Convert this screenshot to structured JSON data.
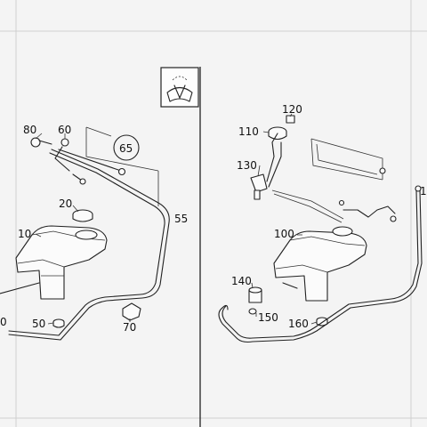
{
  "labels": {
    "p80": "80",
    "p60": "60",
    "p65": "65",
    "p20": "20",
    "p55": "55",
    "p10": "10",
    "p50": "50",
    "p70": "70",
    "p0_partial": "0",
    "p120": "120",
    "p110": "110",
    "p130": "130",
    "p100": "100",
    "p140": "140",
    "p150": "150",
    "p160": "160",
    "p1_partial": "1"
  },
  "icons": {
    "wiper_symbol": "windshield-wiper-icon"
  }
}
